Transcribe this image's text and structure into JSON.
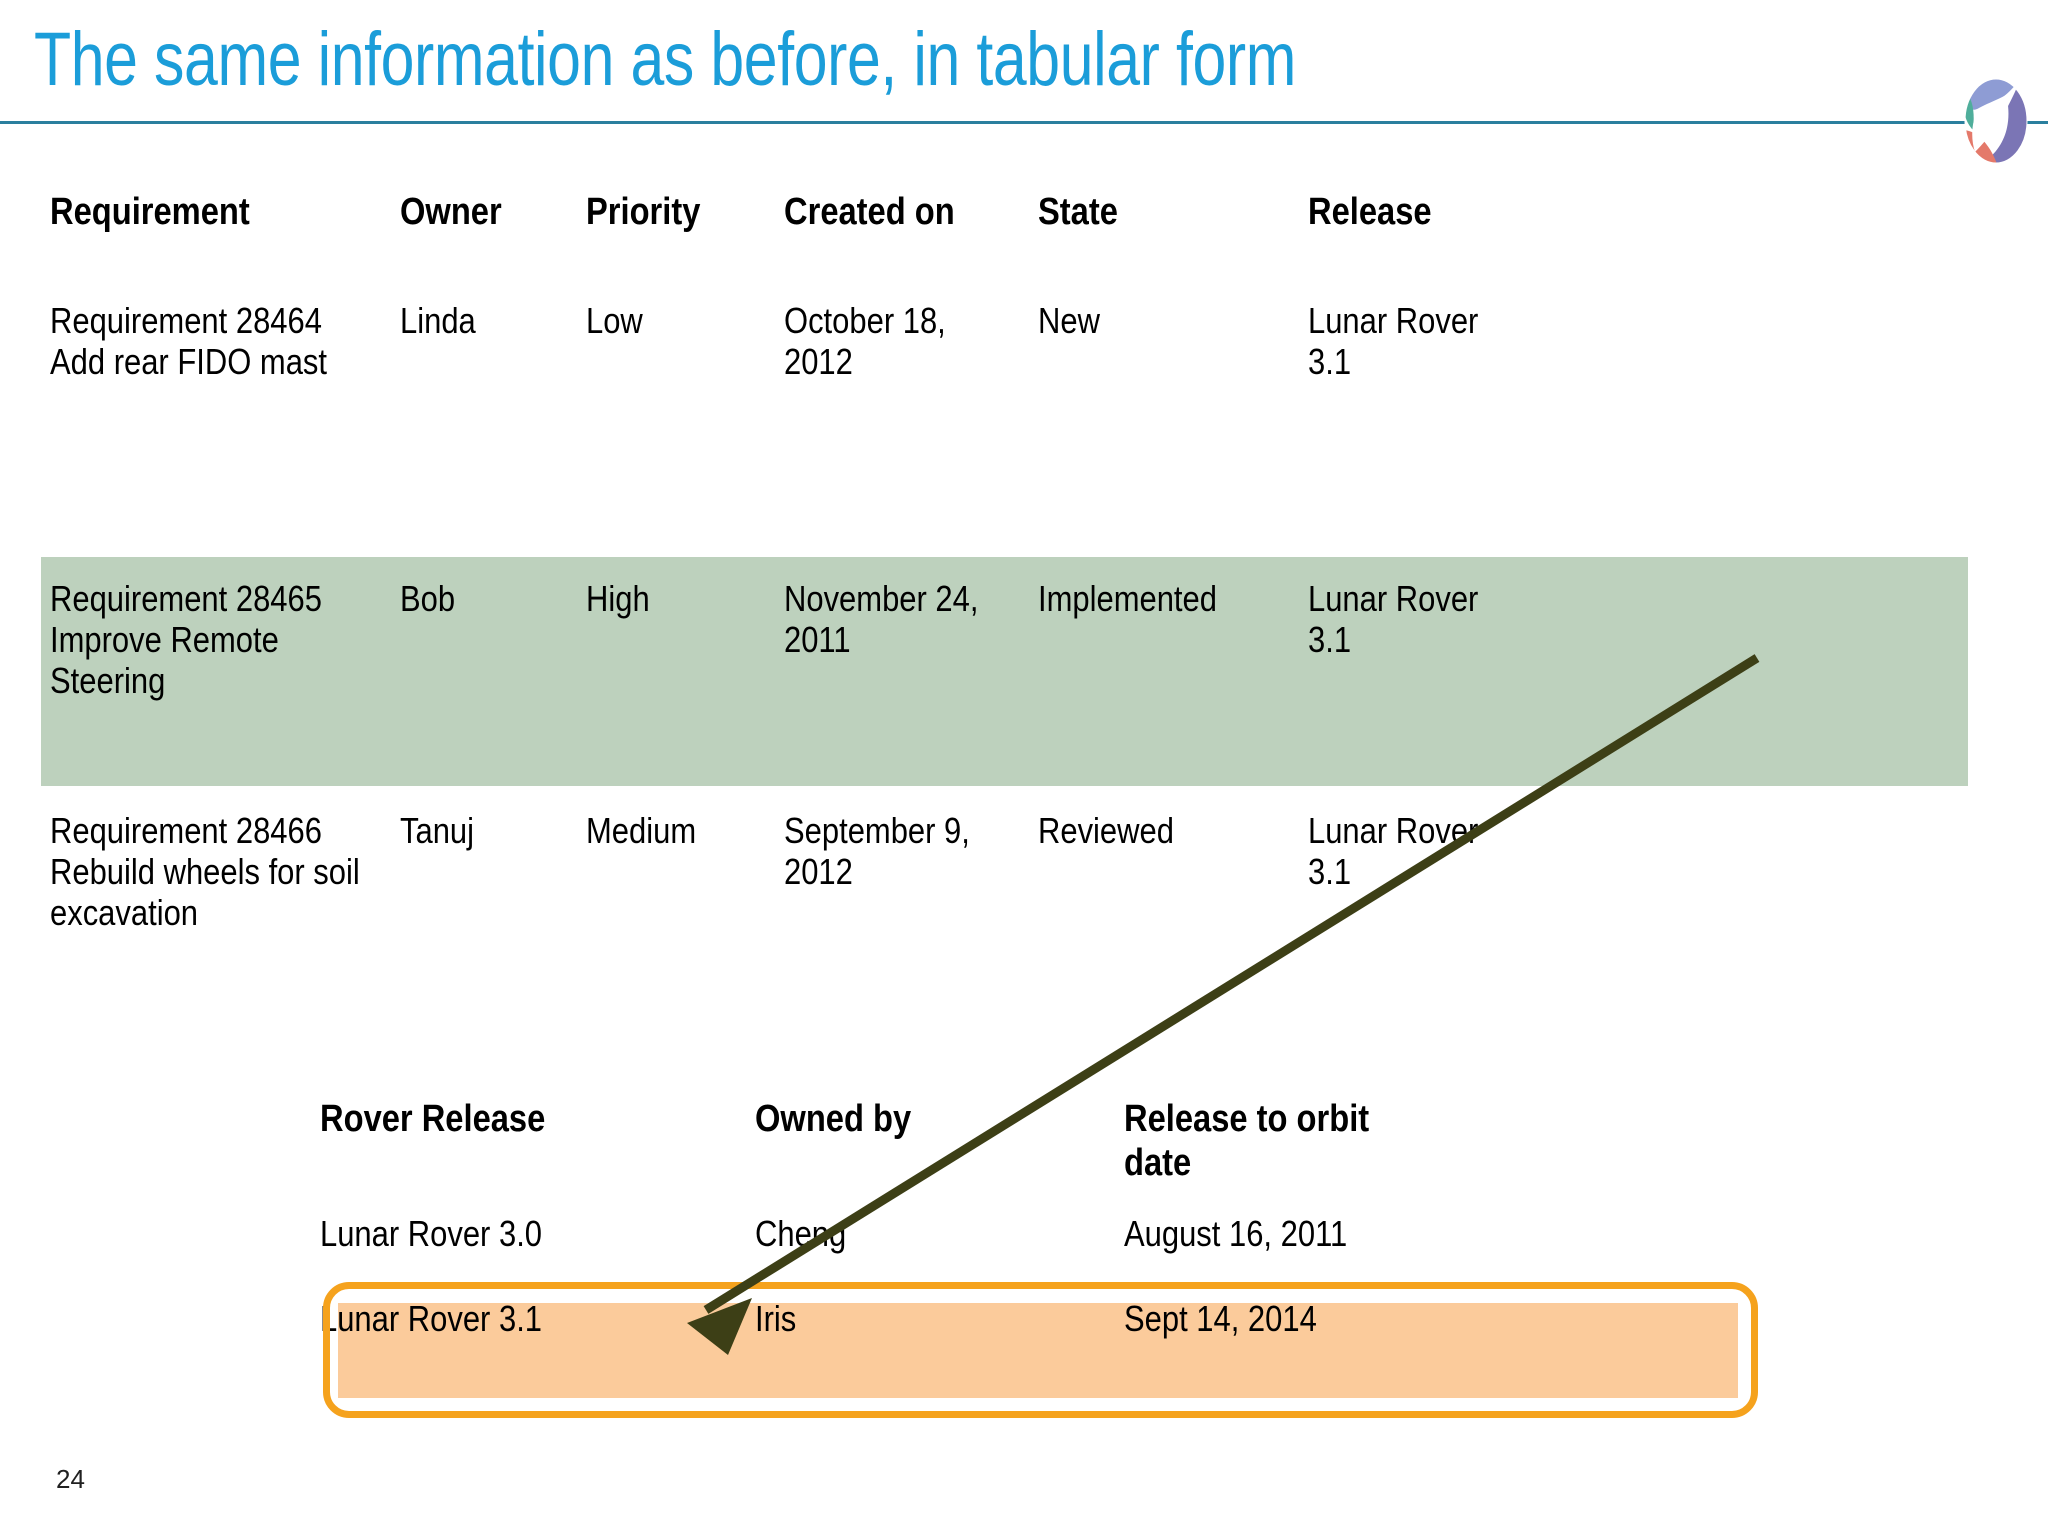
{
  "slide": {
    "title": "The same information as before, in tabular form",
    "page_number": "24",
    "accent_color": "#1b9dd9",
    "rule_color": "#2a7f9e",
    "highlight_green": "#bdd1bd",
    "highlight_orange_fill": "#fbcb9b",
    "highlight_orange_border": "#f5a21d",
    "arrow_color": "#3d3f16"
  },
  "logo": {
    "name": "company-swirl-logo",
    "colors": [
      "#7b75b5",
      "#8e9cd4",
      "#4fae9b",
      "#e4796a"
    ]
  },
  "requirements_table": {
    "headers": [
      "Requirement",
      "Owner",
      "Priority",
      "Created on",
      "State",
      "Release"
    ],
    "rows": [
      {
        "highlighted": false,
        "requirement": "Requirement 28464\nAdd rear FIDO mast",
        "owner": "Linda",
        "priority": "Low",
        "created_on": "October 18,\n2012",
        "state": "New",
        "release": "Lunar Rover\n3.1"
      },
      {
        "highlighted": true,
        "requirement": "Requirement 28465\nImprove Remote\nSteering",
        "owner": "Bob",
        "priority": "High",
        "created_on": "November 24,\n2011",
        "state": "Implemented",
        "release": "Lunar Rover\n3.1"
      },
      {
        "highlighted": false,
        "requirement": "Requirement 28466\nRebuild wheels for soil\nexcavation",
        "owner": "Tanuj",
        "priority": "Medium",
        "created_on": "September 9,\n2012",
        "state": "Reviewed",
        "release": "Lunar Rover\n3.1"
      }
    ]
  },
  "releases_table": {
    "headers": [
      "Rover Release",
      "Owned by",
      "Release to orbit\ndate"
    ],
    "rows": [
      {
        "highlighted": false,
        "rover_release": "Lunar Rover 3.0",
        "owned_by": "Cheng",
        "release_to_orbit_date": "August 16, 2011"
      },
      {
        "highlighted": true,
        "rover_release": "Lunar Rover 3.1",
        "owned_by": "Iris",
        "release_to_orbit_date": "Sept 14, 2014"
      }
    ]
  }
}
